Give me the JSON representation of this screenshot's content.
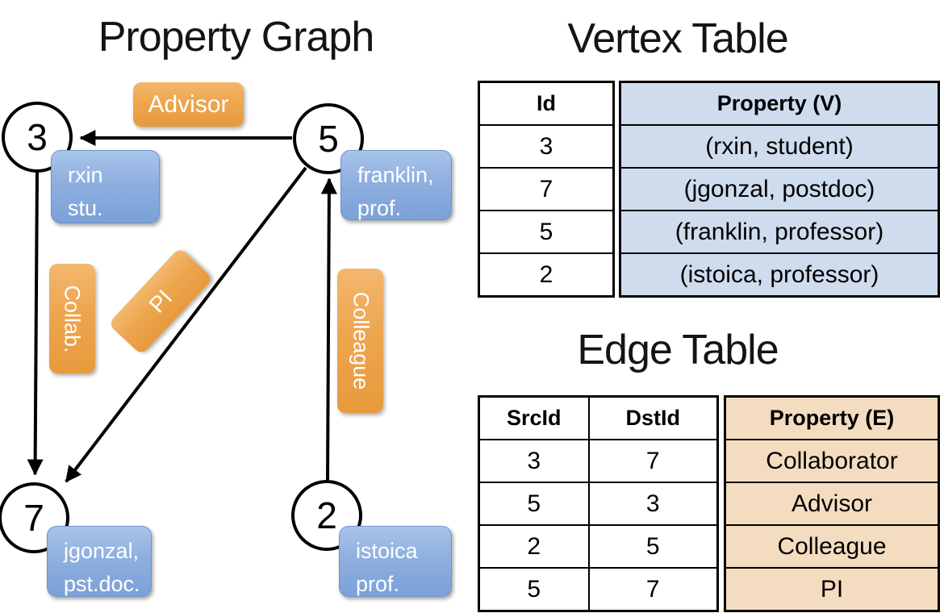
{
  "graph": {
    "title": "Property Graph",
    "nodes": [
      {
        "id": "3",
        "label_lines": [
          "rxin",
          "stu."
        ]
      },
      {
        "id": "5",
        "label_lines": [
          "franklin,",
          "prof."
        ]
      },
      {
        "id": "7",
        "label_lines": [
          "jgonzal,",
          "pst.doc."
        ]
      },
      {
        "id": "2",
        "label_lines": [
          "istoica",
          "prof."
        ]
      }
    ],
    "edge_labels": {
      "advisor": "Advisor",
      "collab": "Collab.",
      "pi": "PI",
      "colleague": "Colleague"
    }
  },
  "vertex_table": {
    "title": "Vertex Table",
    "id_header": "Id",
    "property_header": "Property (V)",
    "rows": [
      {
        "id": "3",
        "property": "(rxin, student)"
      },
      {
        "id": "7",
        "property": "(jgonzal, postdoc)"
      },
      {
        "id": "5",
        "property": "(franklin, professor)"
      },
      {
        "id": "2",
        "property": "(istoica, professor)"
      }
    ]
  },
  "edge_table": {
    "title": "Edge Table",
    "src_header": "SrcId",
    "dst_header": "DstId",
    "property_header": "Property (E)",
    "rows": [
      {
        "src": "3",
        "dst": "7",
        "property": "Collaborator"
      },
      {
        "src": "5",
        "dst": "3",
        "property": "Advisor"
      },
      {
        "src": "2",
        "dst": "5",
        "property": "Colleague"
      },
      {
        "src": "5",
        "dst": "7",
        "property": "PI"
      }
    ]
  },
  "colors": {
    "edge_label_orange": "#eda64f",
    "vertex_label_blue": "#8fafdf",
    "vertex_property_fill": "#cfdcee",
    "edge_property_fill": "#f4dcc1",
    "line_black": "#000000"
  }
}
